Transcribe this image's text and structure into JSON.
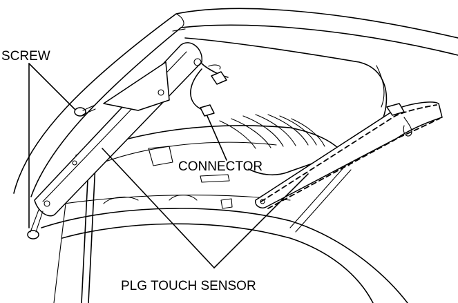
{
  "labels": {
    "screw": "SCREW",
    "connector": "CONNECTOR",
    "sensor": "PLG TOUCH SENSOR"
  }
}
